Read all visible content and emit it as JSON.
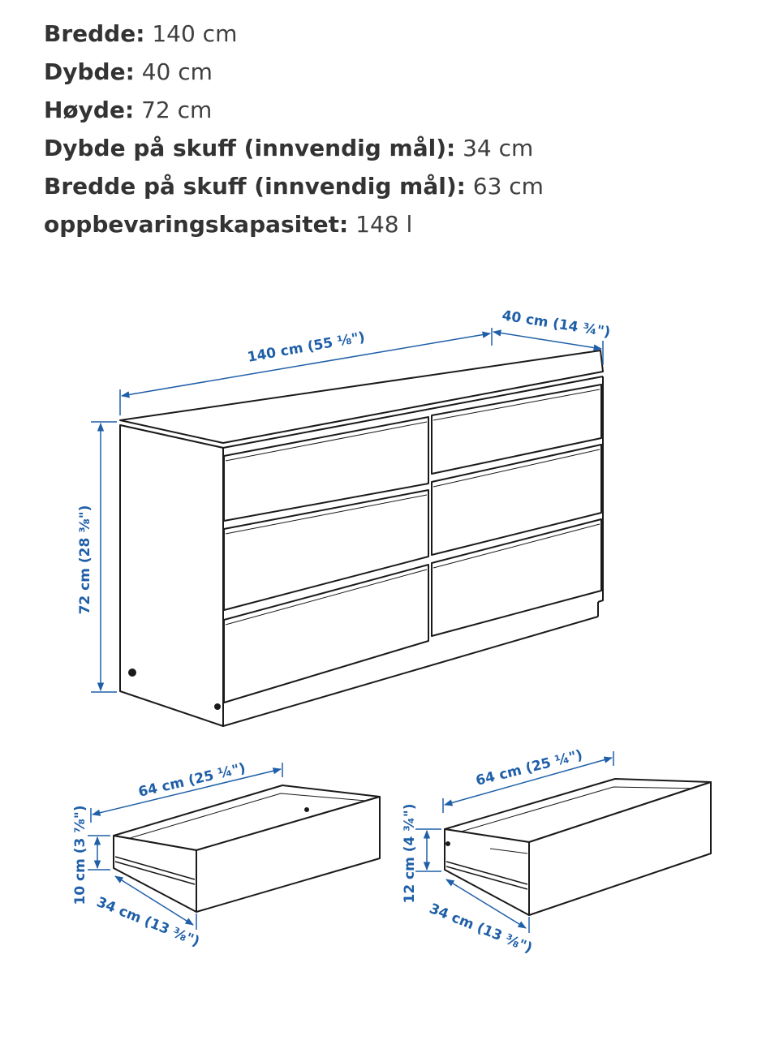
{
  "specs": [
    {
      "label": "Bredde:",
      "value": "140 cm"
    },
    {
      "label": "Dybde:",
      "value": "40 cm"
    },
    {
      "label": "Høyde:",
      "value": "72 cm"
    },
    {
      "label": "Dybde på skuff (innvendig mål):",
      "value": "34 cm"
    },
    {
      "label": "Bredde på skuff (innvendig mål):",
      "value": "63 cm"
    },
    {
      "label": "oppbevaringskapasitet:",
      "value": "148 l"
    }
  ],
  "colors": {
    "dimension": "#1f5fa8",
    "outline": "#1a1a1a"
  },
  "dimensions": {
    "dresser_width": "140 cm (55 ⅛\")",
    "dresser_depth": "40 cm (14 ¾\")",
    "dresser_height": "72 cm (28 ⅜\")",
    "drawer1_width": "64 cm (25 ¼\")",
    "drawer1_height": "10 cm (3 ⅞\")",
    "drawer1_depth": "34 cm (13 ⅜\")",
    "drawer2_width": "64 cm (25 ¼\")",
    "drawer2_height": "12 cm (4 ¾\")",
    "drawer2_depth": "34 cm (13 ⅜\")"
  }
}
